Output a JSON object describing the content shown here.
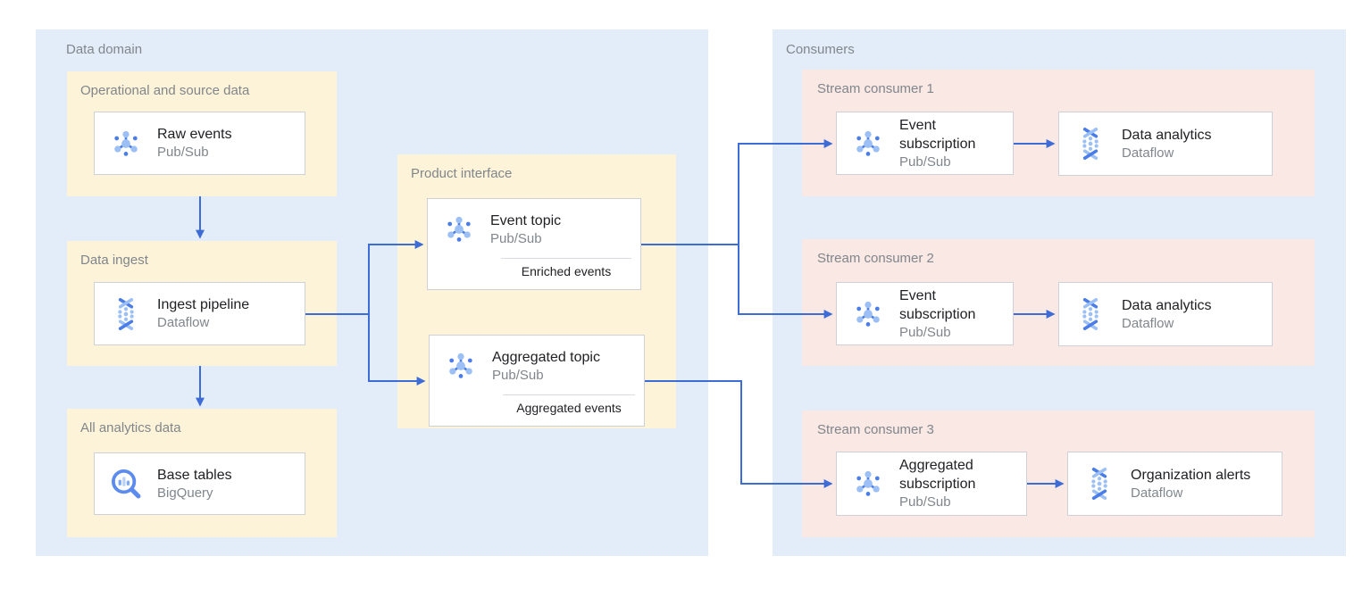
{
  "data_domain": {
    "label": "Data domain",
    "operational": {
      "label": "Operational and source data",
      "card": {
        "title": "Raw events",
        "product": "Pub/Sub",
        "icon": "pubsub-icon"
      }
    },
    "ingest": {
      "label": "Data ingest",
      "card": {
        "title": "Ingest pipeline",
        "product": "Dataflow",
        "icon": "dataflow-icon"
      }
    },
    "analytics": {
      "label": "All analytics data",
      "card": {
        "title": "Base tables",
        "product": "BigQuery",
        "icon": "bigquery-icon"
      }
    },
    "product_interface": {
      "label": "Product interface",
      "event_topic": {
        "title": "Event topic",
        "product": "Pub/Sub",
        "note": "Enriched events",
        "icon": "pubsub-icon"
      },
      "aggregated_topic": {
        "title": "Aggregated topic",
        "product": "Pub/Sub",
        "note": "Aggregated events",
        "icon": "pubsub-icon"
      }
    }
  },
  "consumers": {
    "label": "Consumers",
    "streams": [
      {
        "label": "Stream consumer 1",
        "subscription": {
          "title": "Event subscription",
          "product": "Pub/Sub",
          "icon": "pubsub-icon"
        },
        "processor": {
          "title": "Data analytics",
          "product": "Dataflow",
          "icon": "dataflow-icon"
        }
      },
      {
        "label": "Stream consumer 2",
        "subscription": {
          "title": "Event subscription",
          "product": "Pub/Sub",
          "icon": "pubsub-icon"
        },
        "processor": {
          "title": "Data analytics",
          "product": "Dataflow",
          "icon": "dataflow-icon"
        }
      },
      {
        "label": "Stream consumer 3",
        "subscription": {
          "title": "Aggregated subscription",
          "product": "Pub/Sub",
          "icon": "pubsub-icon"
        },
        "processor": {
          "title": "Organization alerts",
          "product": "Dataflow",
          "icon": "dataflow-icon"
        }
      }
    ]
  },
  "colors": {
    "container_bg": "#e3edf9",
    "domain_group_bg": "#fdf3d8",
    "consumer_group_bg": "#f9e8e4",
    "arrow": "#3e6cd7",
    "label_text": "#80868b",
    "title_text": "#202124"
  }
}
